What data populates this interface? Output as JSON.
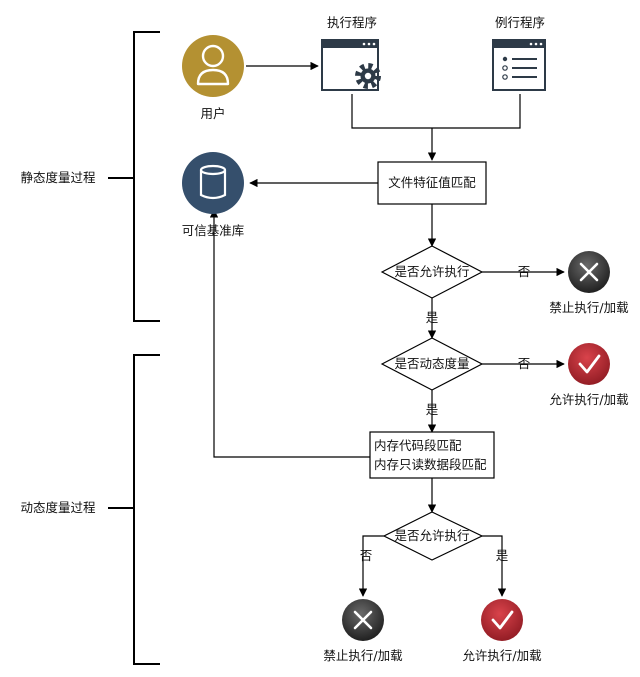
{
  "phases": {
    "static": "静态度量过程",
    "dynamic": "动态度量过程"
  },
  "nodes": {
    "user": "用户",
    "exec_program": "执行程序",
    "routine_program": "例行程序",
    "trusted_baseline": "可信基准库",
    "file_match": "文件特征值匹配",
    "allow_exec_q1": "是否允许执行",
    "dynamic_measure_q": "是否动态度量",
    "mem_code_match": "内存代码段匹配",
    "mem_ro_match": "内存只读数据段匹配",
    "allow_exec_q2": "是否允许执行",
    "deny_1": "禁止执行/加载",
    "allow_1": "允许执行/加载",
    "deny_2": "禁止执行/加载",
    "allow_2": "允许执行/加载"
  },
  "edge_labels": {
    "q1_no": "否",
    "q1_yes": "是",
    "q2_no": "否",
    "q2_yes": "是",
    "q3_no": "否",
    "q3_yes": "是"
  },
  "icons": {
    "user": "user-icon",
    "exec_program": "window-gear-icon",
    "routine_program": "window-list-icon",
    "trusted_baseline": "database-icon",
    "deny": "x-circle-icon",
    "allow": "check-circle-icon"
  },
  "colors": {
    "user_circle": "#B49132",
    "database_circle": "#354F6C",
    "deny_circle": "#3A3A3A",
    "allow_circle": "#B5232C",
    "lines": "#000000"
  }
}
